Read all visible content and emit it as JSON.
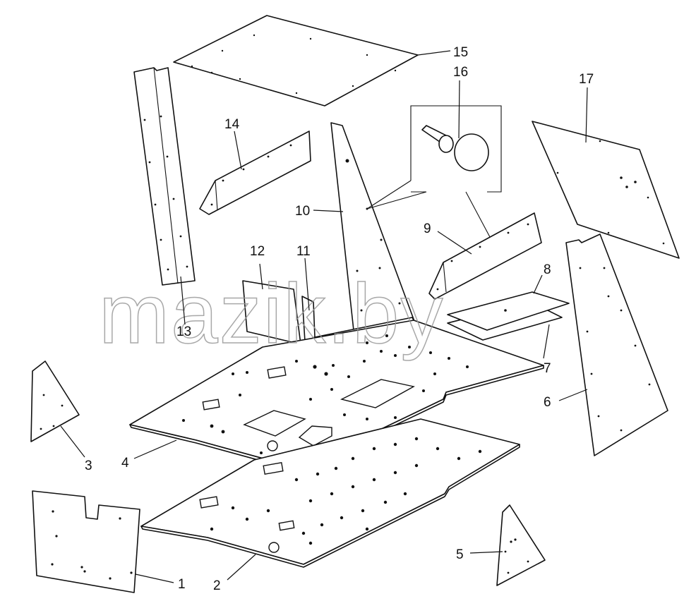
{
  "watermark": {
    "text": "mazik.by",
    "color": "#9a9a9a"
  },
  "callouts": {
    "c1": "1",
    "c2": "2",
    "c3": "3",
    "c4": "4",
    "c5": "5",
    "c6": "6",
    "c7": "7",
    "c8": "8",
    "c9": "9",
    "c10": "10",
    "c11": "11",
    "c12": "12",
    "c13": "13",
    "c14": "14",
    "c15": "15",
    "c16": "16",
    "c17": "17"
  },
  "colors": {
    "line": "#111111",
    "background": "#ffffff"
  }
}
